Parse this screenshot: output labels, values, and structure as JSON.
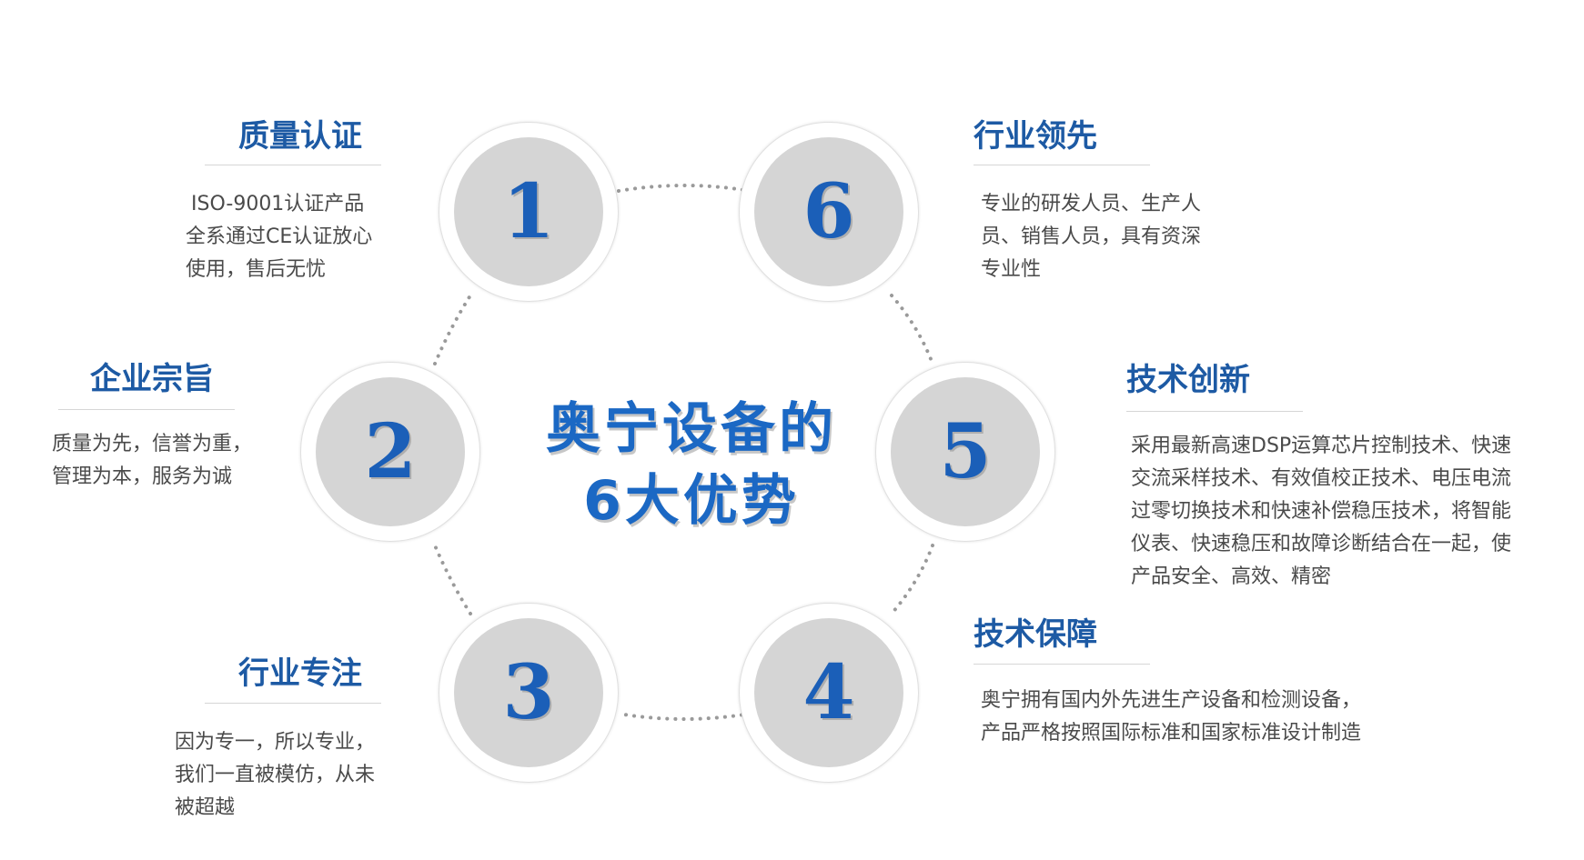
{
  "center_title": {
    "line1": "奥宁设备的",
    "line2": "6大优势"
  },
  "advantages": [
    {
      "number": "1",
      "title": "质量认证",
      "desc_lines": [
        "ISO-9001认证产品",
        "全系通过CE认证放心",
        "使用，售后无忧"
      ]
    },
    {
      "number": "2",
      "title": "企业宗旨",
      "desc_lines": [
        "质量为先，信誉为重，",
        "管理为本，服务为诚"
      ]
    },
    {
      "number": "3",
      "title": "行业专注",
      "desc_lines": [
        "因为专一，所以专业，",
        "我们一直被模仿，从未",
        "被超越"
      ]
    },
    {
      "number": "4",
      "title": "技术保障",
      "desc_lines": [
        "奥宁拥有国内外先进生产设备和检测设备，",
        "产品严格按照国际标准和国家标准设计制造"
      ]
    },
    {
      "number": "5",
      "title": "技术创新",
      "desc_lines": [
        "采用最新高速DSP运算芯片控制技术、快速",
        "交流采样技术、有效值校正技术、电压电流",
        "过零切换技术和快速补偿稳压技术，将智能",
        "仪表、快速稳压和故障诊断结合在一起，使",
        "产品安全、高效、精密"
      ]
    },
    {
      "number": "6",
      "title": "行业领先",
      "desc_lines": [
        "专业的研发人员、生产人",
        "员、销售人员，具有资深",
        "专业性"
      ]
    }
  ],
  "colors": {
    "title_blue": "#1d5aa4",
    "number_blue": "#1b5fb8",
    "center_blue": "#1b68c4",
    "circle_gray": "#d5d5d5",
    "text_gray": "#4a4a4a",
    "dots_gray": "#9a9a9a"
  }
}
